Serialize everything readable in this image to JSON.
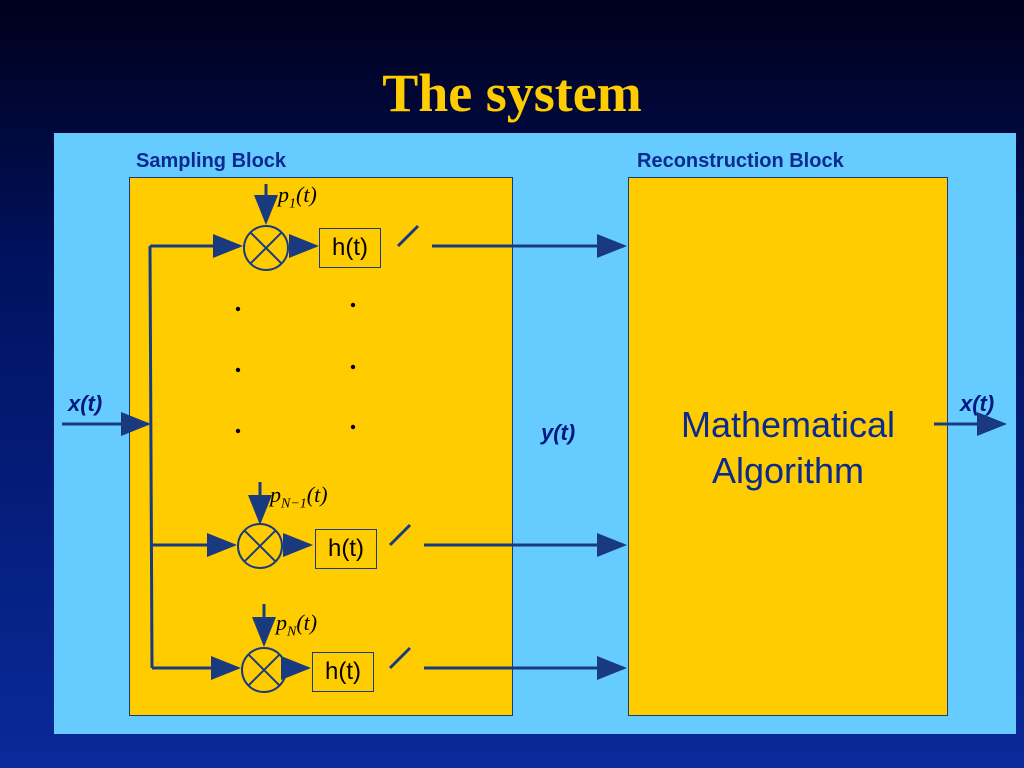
{
  "title": "The system",
  "sampling": {
    "label": "Sampling Block"
  },
  "reconstruction": {
    "label": "Reconstruction Block",
    "algorithm_line1": "Mathematical",
    "algorithm_line2": "Algorithm"
  },
  "signals": {
    "input": "x(t)",
    "intermediate": "y(t)",
    "output": "x(t)"
  },
  "filter_label": "h(t)",
  "pulses": {
    "p1": {
      "base": "p",
      "sub": "1",
      "arg": "(t)"
    },
    "pN1": {
      "base": "p",
      "sub": "N−1",
      "arg": "(t)"
    },
    "pN": {
      "base": "p",
      "sub": "N",
      "arg": "(t)"
    }
  },
  "colors": {
    "background": "#001260",
    "panel": "#66ccff",
    "block": "#ffcc00",
    "wire": "#1a3a80",
    "title": "#ffcc00"
  }
}
